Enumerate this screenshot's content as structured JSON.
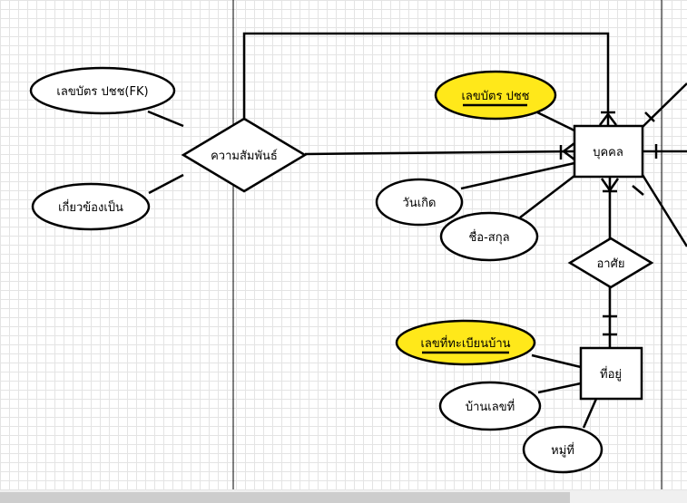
{
  "diagram": {
    "entities": {
      "person": "บุคคล",
      "address": "ที่อยู่"
    },
    "relationships": {
      "relation": "ความสัมพันธ์",
      "reside": "อาศัย"
    },
    "attributes": {
      "id_fk": "เลขบัตร ปชช(FK)",
      "related_as": "เกี่ยวข้องเป็น",
      "id_key": "เลขบัตร ปชช",
      "birth_date": "วันเกิด",
      "full_name": "ชื่อ-สกุล",
      "house_reg_key": "เลขที่ทะเบียนบ้าน",
      "house_no": "บ้านเลขที่",
      "village_no": "หมู่ที่"
    }
  },
  "colors": {
    "key_attribute_fill": "#ffe81a",
    "attribute_fill": "#ffffff",
    "line": "#000000",
    "grid": "#e4e4e4"
  }
}
